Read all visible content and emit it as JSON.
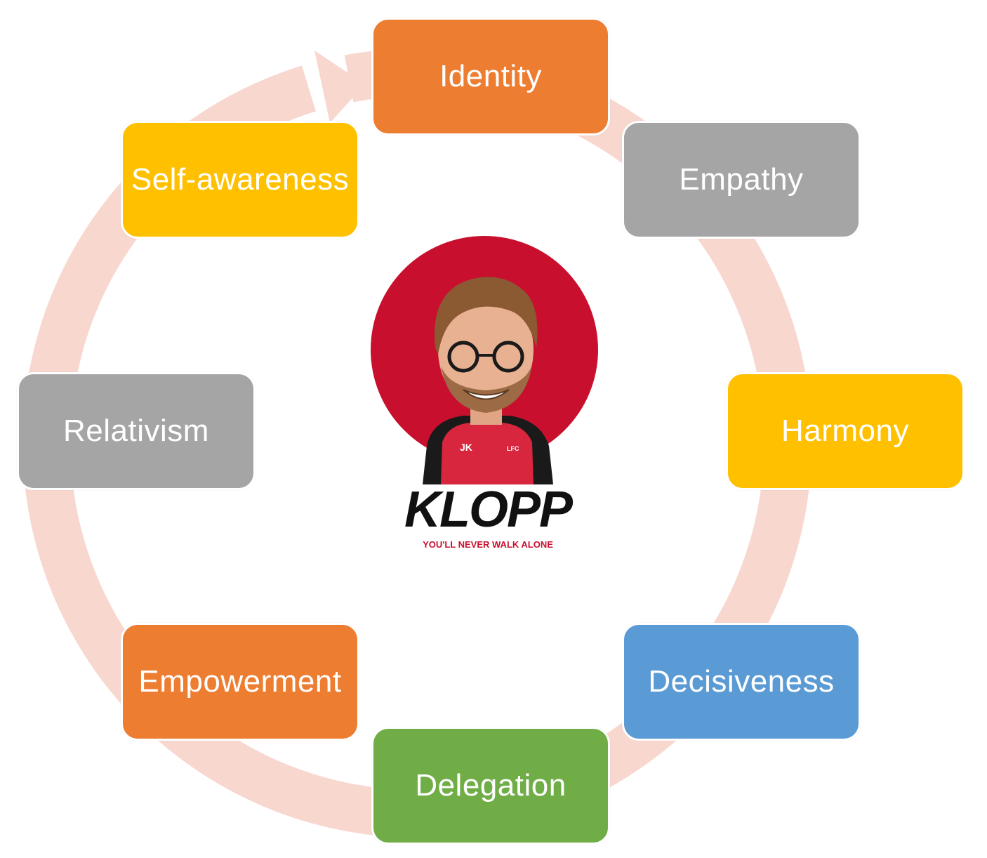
{
  "colors": {
    "orange": "#ED7D31",
    "gray": "#A5A5A5",
    "gold": "#FFC000",
    "blue": "#5B9BD5",
    "green": "#70AD47",
    "ring": "#F8D7CF",
    "logo_red": "#C8102E"
  },
  "nodes": [
    {
      "label": "Identity",
      "color": "#ED7D31"
    },
    {
      "label": "Empathy",
      "color": "#A5A5A5"
    },
    {
      "label": "Harmony",
      "color": "#FFC000"
    },
    {
      "label": "Decisiveness",
      "color": "#5B9BD5"
    },
    {
      "label": "Delegation",
      "color": "#70AD47"
    },
    {
      "label": "Empowerment",
      "color": "#ED7D31"
    },
    {
      "label": "Relativism",
      "color": "#A5A5A5"
    },
    {
      "label": "Self-awareness",
      "color": "#FFC000"
    }
  ],
  "logo": {
    "title": "KLOPP",
    "initials": "JK",
    "crest": "LFC",
    "tagline": "YOU'LL NEVER WALK ALONE"
  }
}
